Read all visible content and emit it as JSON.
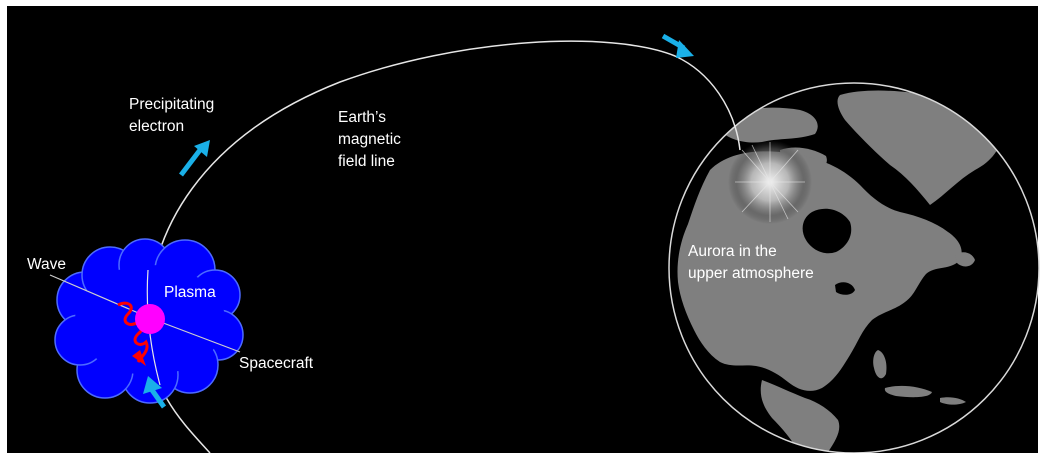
{
  "labels": {
    "precipitating_electron": [
      "Precipitating",
      "electron"
    ],
    "field_line": [
      "Earth’s",
      "magnetic",
      "field line"
    ],
    "wave": "Wave",
    "plasma": "Plasma",
    "spacecraft": "Spacecraft",
    "aurora": [
      "Aurora in the",
      "upper atmosphere"
    ]
  },
  "colors": {
    "background": "#000000",
    "plasma_cloud": "#0000ff",
    "spacecraft": "#ff00ff",
    "wave": "#ff0000",
    "electron_arrow": "#1ab0e8",
    "field_line": "#e6e6e6",
    "ocean": "#000000",
    "land": "#7f7f7f",
    "text": "#ffffff"
  },
  "icons": {
    "electron_arrows": "arrow-icon",
    "wave": "squiggle-wave-icon",
    "spacecraft": "circle-icon",
    "plasma": "cloud-icon",
    "earth": "globe-icon",
    "aurora": "aurora-glow-icon"
  }
}
